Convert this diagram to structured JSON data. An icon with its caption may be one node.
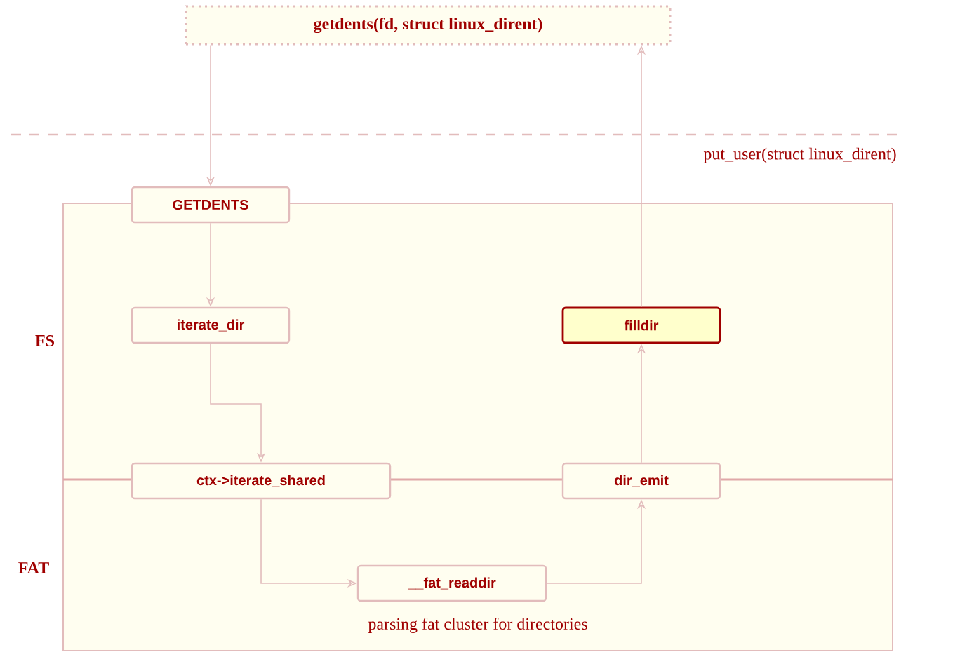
{
  "diagram": {
    "nodes": [
      {
        "text": [
          "getdents(fd, struct linux_dirent)"
        ]
      },
      {
        "text": [
          "FS"
        ]
      },
      {
        "text": [
          "GETDENTS"
        ]
      },
      {
        "text": [
          "iterate_dir"
        ],
        "in": 1
      },
      {
        "text": [
          "filldir"
        ],
        "in": 1
      },
      {
        "text": [
          "ctx->iterate_shared"
        ]
      },
      {
        "text": [
          "dir_emit"
        ]
      },
      {
        "text": [
          "FAT",
          "parsing fat cluster for directories"
        ]
      },
      {
        "text": [
          "__fat_readdir"
        ],
        "in": 7
      }
    ],
    "edges": [
      {
        "from": 0,
        "to": 2,
        "arrow": "to"
      },
      {
        "from": 2,
        "to": 3,
        "arrow": "to"
      },
      {
        "from": 3,
        "to": 5,
        "arrow": "to"
      },
      {
        "from": 5,
        "to": 8,
        "arrow": "to"
      },
      {
        "from": 8,
        "to": 6,
        "arrow": "to"
      },
      {
        "from": 6,
        "to": 4,
        "arrow": "to"
      },
      {
        "from": 4,
        "to": 0,
        "arrow": "to",
        "label": "put_user(struct linux_dirent)"
      }
    ]
  }
}
